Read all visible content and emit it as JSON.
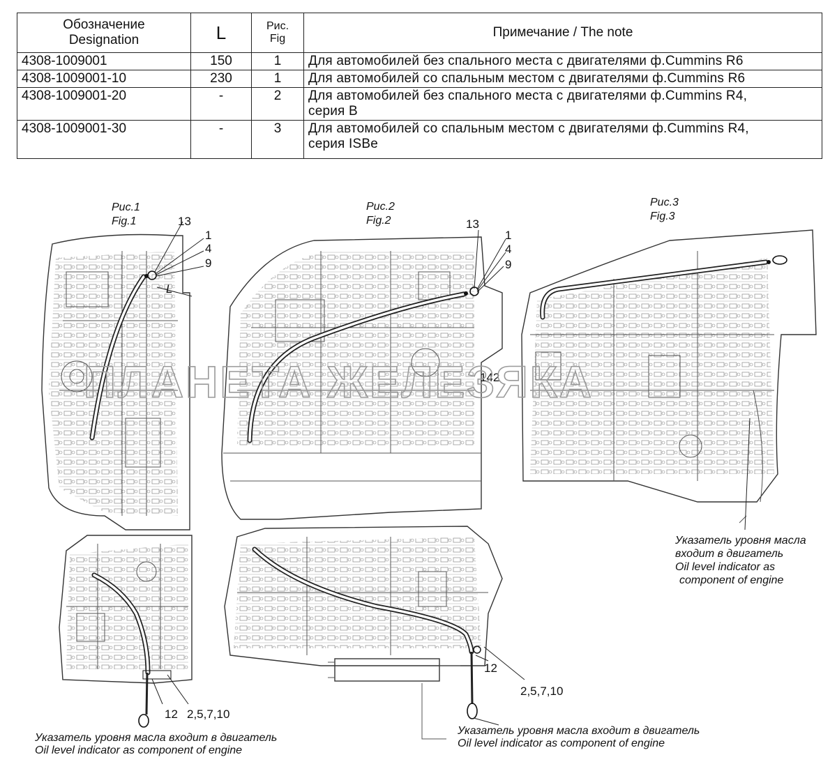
{
  "table": {
    "headers": {
      "designation_ru": "Обозначение",
      "designation_en": "Designation",
      "length": "L",
      "fig_ru": "Рис.",
      "fig_en": "Fig",
      "note": "Примечание / The note"
    },
    "rows": [
      {
        "designation": "4308-1009001",
        "length": "150",
        "fig": "1",
        "note_line1": "Для автомобилей без спального места с двигателями ф.Cummins R6",
        "note_line2": ""
      },
      {
        "designation": "4308-1009001-10",
        "length": "230",
        "fig": "1",
        "note_line1": "Для автомобилей со спальным местом с двигателями ф.Cummins R6",
        "note_line2": ""
      },
      {
        "designation": "4308-1009001-20",
        "length": "-",
        "fig": "2",
        "note_line1": "Для автомобилей без спального места с двигателями ф.Cummins R4,",
        "note_line2": "серия B"
      },
      {
        "designation": "4308-1009001-30",
        "length": "-",
        "fig": "3",
        "note_line1": "Для автомобилей со спальным местом с двигателями ф.Cummins R4,",
        "note_line2": "серия ISBe"
      }
    ]
  },
  "figures": {
    "fig1": {
      "title_ru": "Рис.1",
      "title_en": "Fig.1"
    },
    "fig2": {
      "title_ru": "Рис.2",
      "title_en": "Fig.2"
    },
    "fig3": {
      "title_ru": "Рис.3",
      "title_en": "Fig.3"
    }
  },
  "callouts": {
    "fig1_13": "13",
    "fig1_1": "1",
    "fig1_4": "4",
    "fig1_9": "9",
    "fig1_L": "L",
    "fig2_13": "13",
    "fig2_1": "1",
    "fig2_4": "4",
    "fig2_9": "9",
    "fig2_142": "142",
    "bl_12": "12",
    "bl_parts": "2,5,7,10",
    "bc_12": "12",
    "bc_parts": "2,5,7,10"
  },
  "notes": {
    "fig3_ru_line1": "Указатель уровня масла",
    "fig3_ru_line2": "входит в двигатель",
    "fig3_en_line1": "Oil level indicator as",
    "fig3_en_line2": "component of engine",
    "bl_ru": "Указатель уровня масла  входит в двигатель",
    "bl_en": "Oil level indicator as  component of engine",
    "bc_ru": "Указатель уровня масла входит в двигатель",
    "bc_en": "Oil level indicator as  component of engine"
  },
  "watermark": "ПЛАНЕТА ЖЕЛЕЗЯКА"
}
